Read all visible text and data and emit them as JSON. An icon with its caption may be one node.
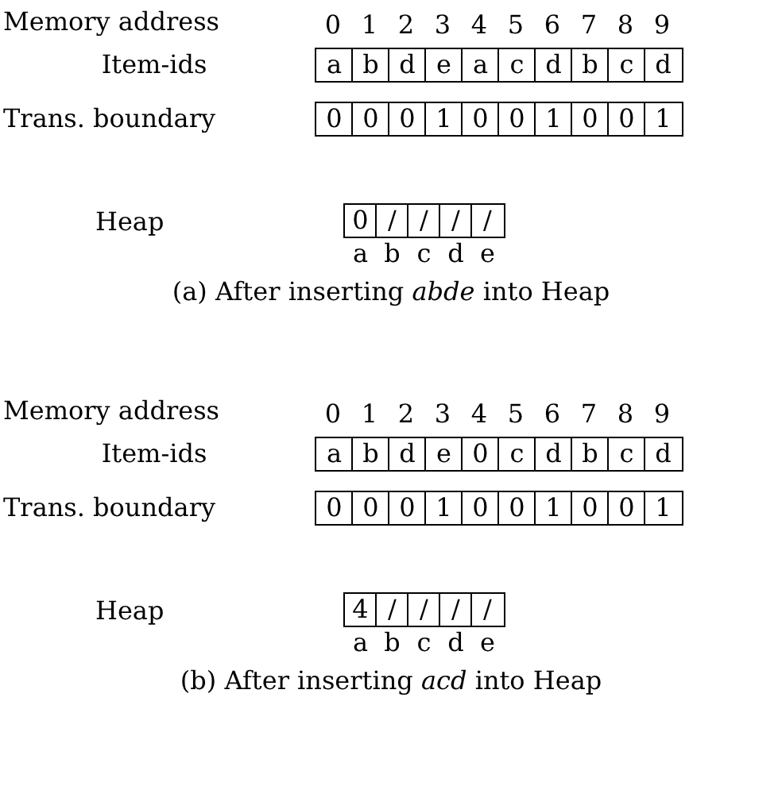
{
  "diagram": {
    "labels": [
      "Memory address",
      "0",
      "1",
      "2",
      "3",
      "4",
      "5",
      "6",
      "7",
      "8",
      "9",
      "Item-ids",
      "a",
      "b",
      "d",
      "e",
      "a",
      "c",
      "d",
      "b",
      "c",
      "d",
      "Trans. boundary",
      "0",
      "0",
      "0",
      "1",
      "0",
      "0",
      "1",
      "0",
      "0",
      "1",
      "Heap",
      "0",
      "/",
      "/",
      "/",
      "/",
      "a",
      "b",
      "c",
      "d",
      "e",
      "(a) After inserting *abde* into Heap",
      "Memory address",
      "0",
      "1",
      "2",
      "3",
      "4",
      "5",
      "6",
      "7",
      "8",
      "9",
      "Item-ids",
      "a",
      "b",
      "d",
      "e",
      "0",
      "c",
      "d",
      "b",
      "c",
      "d",
      "Trans. boundary",
      "0",
      "0",
      "0",
      "1",
      "0",
      "0",
      "1",
      "0",
      "0",
      "1",
      "Heap",
      "4",
      "/",
      "/",
      "/",
      "/",
      "a",
      "b",
      "c",
      "d",
      "e",
      "(b) After inserting *acd* into Heap"
    ]
  }
}
